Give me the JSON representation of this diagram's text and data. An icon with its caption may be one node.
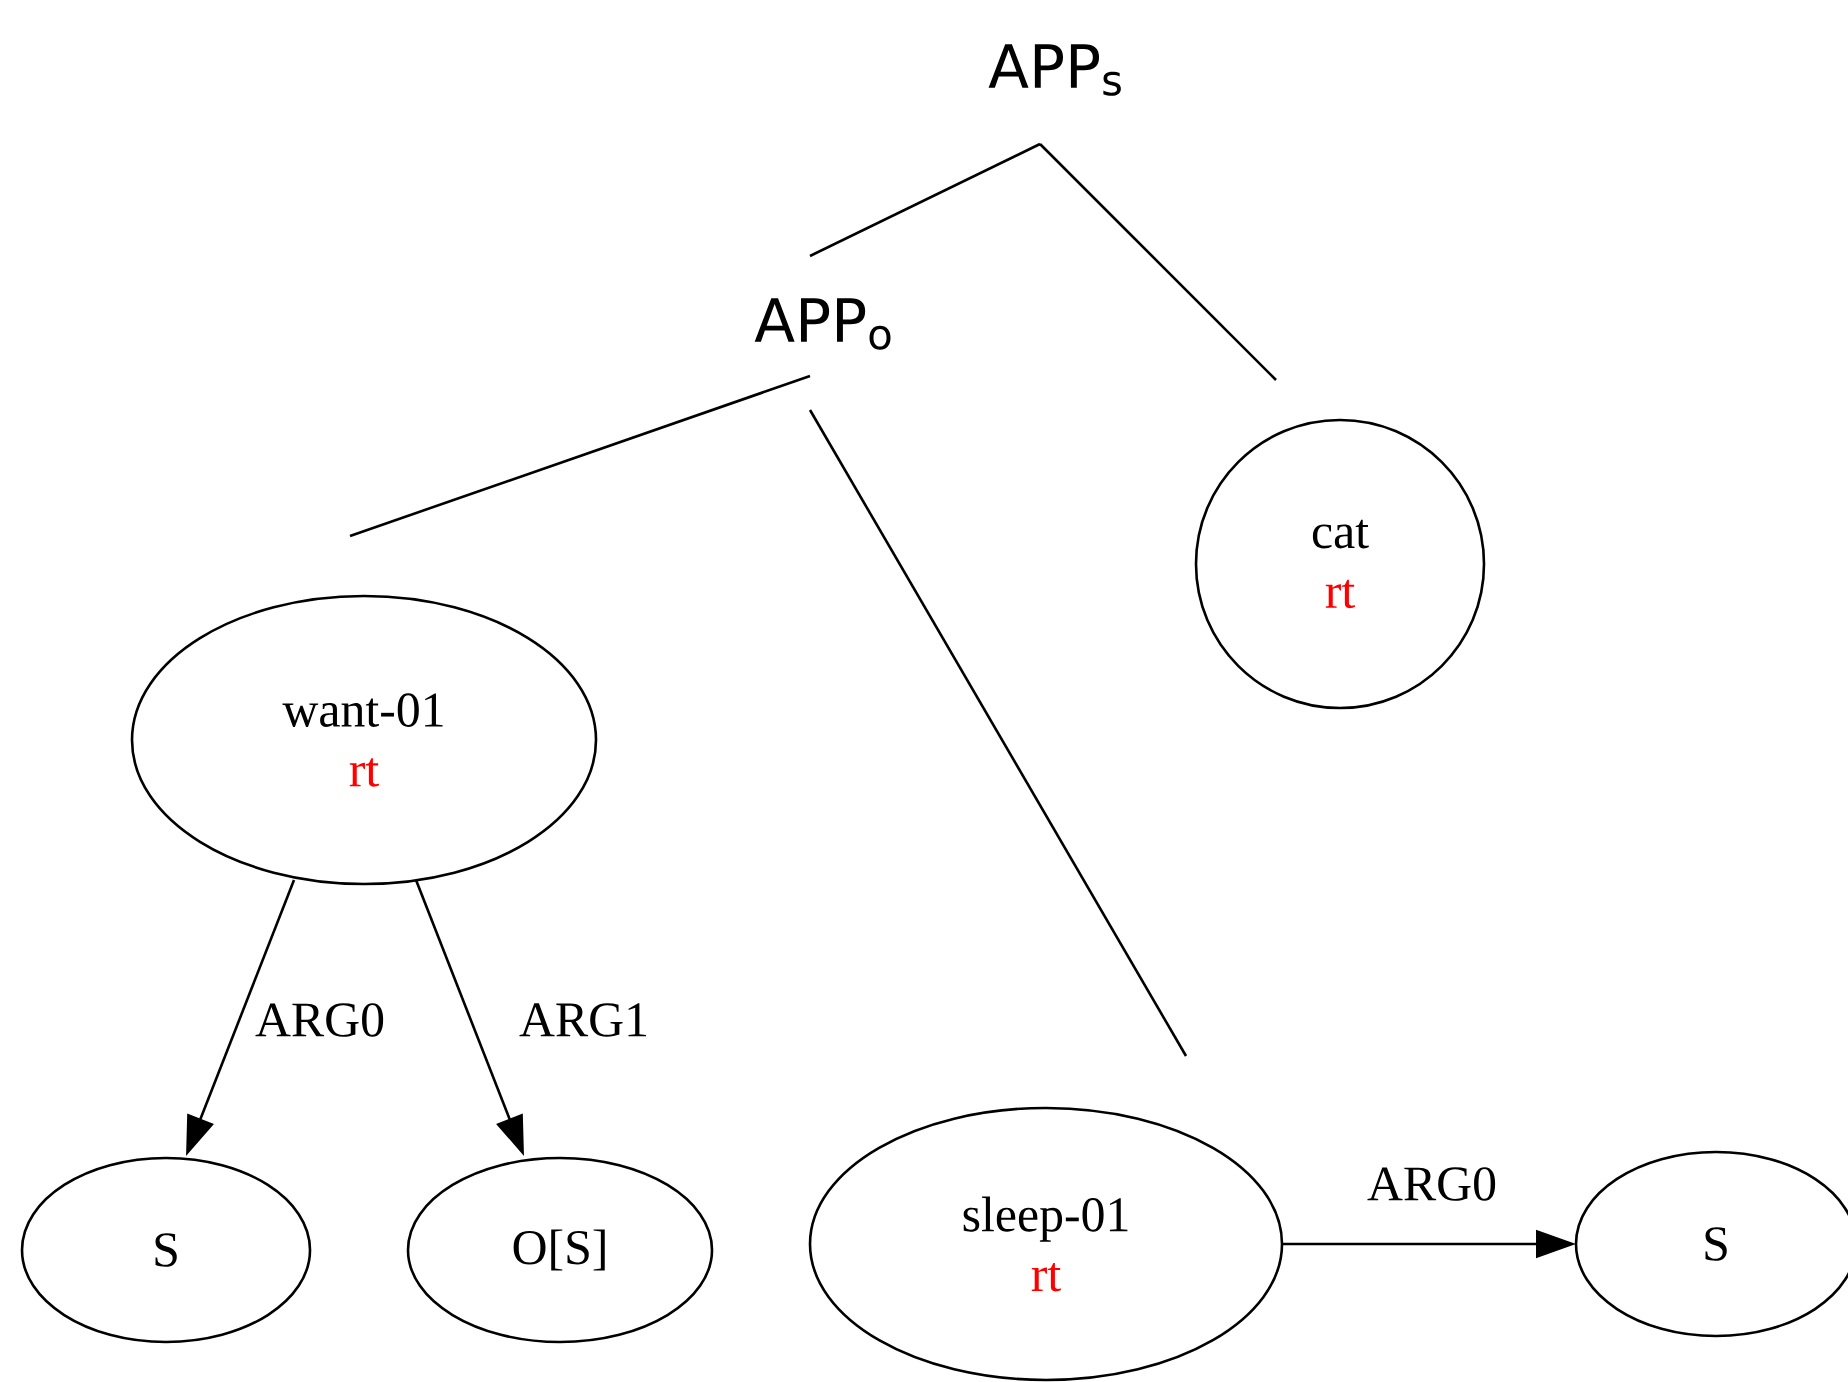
{
  "diagram": {
    "nodes": [
      {
        "text": [
          "APP$_{s}$"
        ]
      },
      {
        "text": [
          "APP$_{o}$"
        ]
      },
      {
        "text": [
          "want-01",
          "rt"
        ]
      },
      {
        "text": [
          "S"
        ]
      },
      {
        "text": [
          "O[S]"
        ]
      },
      {
        "text": [
          "sleep-01",
          "rt"
        ]
      },
      {
        "text": [
          "S"
        ]
      },
      {
        "text": [
          "cat",
          "rt"
        ]
      }
    ],
    "edges": [
      {
        "from": 0,
        "to": 1,
        "arrow": "none"
      },
      {
        "from": 0,
        "to": 7,
        "arrow": "none"
      },
      {
        "from": 1,
        "to": 2,
        "arrow": "none"
      },
      {
        "from": 1,
        "to": 5,
        "arrow": "none"
      },
      {
        "from": 2,
        "to": 3,
        "arrow": "to",
        "label": "ARG0"
      },
      {
        "from": 2,
        "to": 4,
        "arrow": "to",
        "label": "ARG1"
      },
      {
        "from": 5,
        "to": 6,
        "arrow": "to",
        "label": "ARG0"
      }
    ]
  }
}
